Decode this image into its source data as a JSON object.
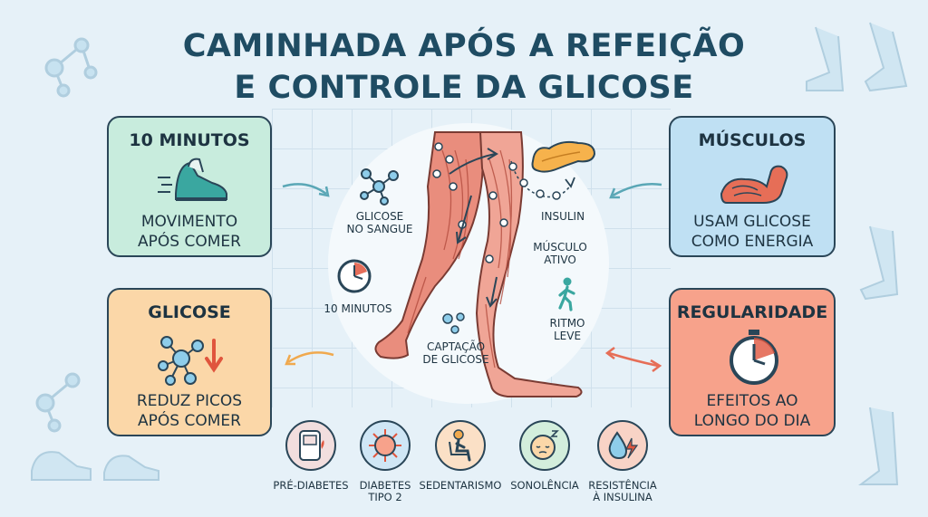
{
  "title": {
    "line1": "CAMINHADA APÓS A REFEIÇÃO",
    "line2": "E CONTROLE DA GLICOSE"
  },
  "cards": {
    "time": {
      "heading": "10 MINUTOS",
      "line1": "MOVIMENTO",
      "line2": "APÓS COMER",
      "icon": "sneaker-icon",
      "color": "#c8ecdd"
    },
    "glucose": {
      "heading": "GLICOSE",
      "line1": "REDUZ PICOS",
      "line2": "APÓS COMER",
      "icon": "glucose-molecule-icon",
      "color": "#fbd7a8"
    },
    "muscles": {
      "heading": "MÚSCULOS",
      "line1": "USAM GLICOSE",
      "line2": "COMO ENERGIA",
      "icon": "flexed-arm-icon",
      "color": "#bfe0f3"
    },
    "regularity": {
      "heading": "REGULARIDADE",
      "line1": "EFEITOS AO",
      "line2": "LONGO DO DIA",
      "icon": "stopwatch-icon",
      "color": "#f7a28b"
    }
  },
  "center": {
    "glucose_blood": {
      "line1": "GLICOSE",
      "line2": "NO SANGUE"
    },
    "insulin": "INSULIN",
    "active_muscle": {
      "line1": "MÚSCULO",
      "line2": "ATIVO"
    },
    "ten_minutes": "10 MINUTOS",
    "rhythm": {
      "line1": "RITMO",
      "line2": "LEVE"
    },
    "uptake": {
      "line1": "CAPTAÇÃO",
      "line2": "DE GLICOSE"
    }
  },
  "conditions": [
    {
      "line1": "PRÉ-DIABETES",
      "line2": "",
      "icon": "glucometer-icon",
      "color": "#f2dede"
    },
    {
      "line1": "DIABETES",
      "line2": "TIPO 2",
      "icon": "virus-cell-icon",
      "color": "#cfe6f5"
    },
    {
      "line1": "SEDENTARISMO",
      "line2": "",
      "icon": "sitting-person-icon",
      "color": "#fbe0c6"
    },
    {
      "line1": "SONOLÊNCIA",
      "line2": "",
      "icon": "sleepy-face-icon",
      "color": "#d3eedc"
    },
    {
      "line1": "RESISTÊNCIA",
      "line2": "À INSULINA",
      "icon": "drop-bolt-icon",
      "color": "#f8d3c6"
    }
  ]
}
